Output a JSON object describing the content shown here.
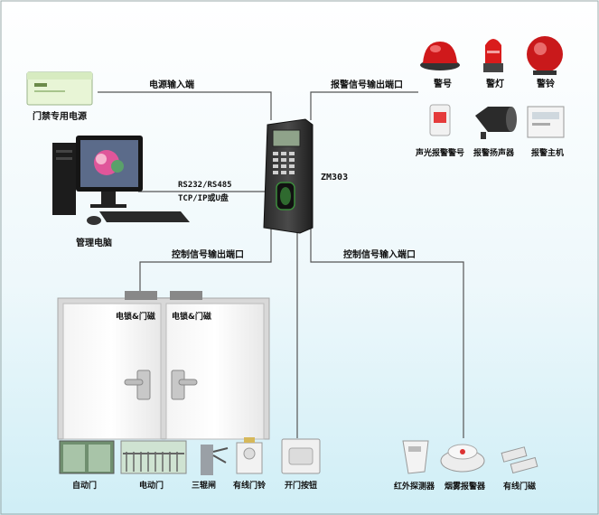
{
  "labels": {
    "power_input": "电源输入端",
    "alarm_output_port": "报警信号输出端口",
    "door_power_supply": "门禁专用电源",
    "alarm_siren": "警号",
    "alarm_light": "警灯",
    "alarm_bell": "警铃",
    "sound_light_alarm": "声光报警警号",
    "alarm_speaker": "报警扬声器",
    "alarm_host": "报警主机",
    "comm_line1": "RS232/RS485",
    "comm_line2": "TCP/IP或U盘",
    "device_model": "ZM303",
    "management_pc": "管理电脑",
    "control_output_port": "控制信号输出端口",
    "control_input_port": "控制信号输入端口",
    "lock_left": "电锁&门磁",
    "lock_right": "电锁&门磁",
    "auto_door": "自动门",
    "electric_gate": "电动门",
    "turnstile": "三辊闸",
    "wired_doorbell": "有线门铃",
    "exit_button": "开门按钮",
    "infrared_detector": "红外探测器",
    "smoke_alarm": "烟雾报警器",
    "wired_door_sensor": "有线门磁"
  }
}
